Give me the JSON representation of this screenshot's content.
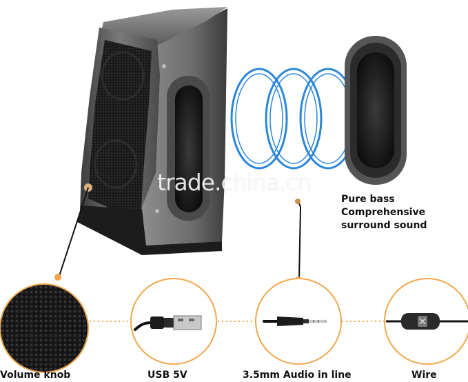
{
  "watermark": "trade.china.cn",
  "bass_text": {
    "line1": "Pure bass",
    "line2": "Comprehensive",
    "line3": "surround sound"
  },
  "callouts": [
    {
      "label": "Volume knob",
      "icon": "speaker-mesh-closeup"
    },
    {
      "label": "USB 5V",
      "icon": "usb-plug"
    },
    {
      "label": "3.5mm Audio in line",
      "icon": "audio-jack"
    },
    {
      "label": "Wire",
      "icon": "inline-wire-control"
    }
  ],
  "colors": {
    "accent_orange": "#f2a64a",
    "sound_wave_blue": "#2a86d8",
    "speaker_body": "#6b6b6b",
    "speaker_dark": "#1b1b1b"
  }
}
